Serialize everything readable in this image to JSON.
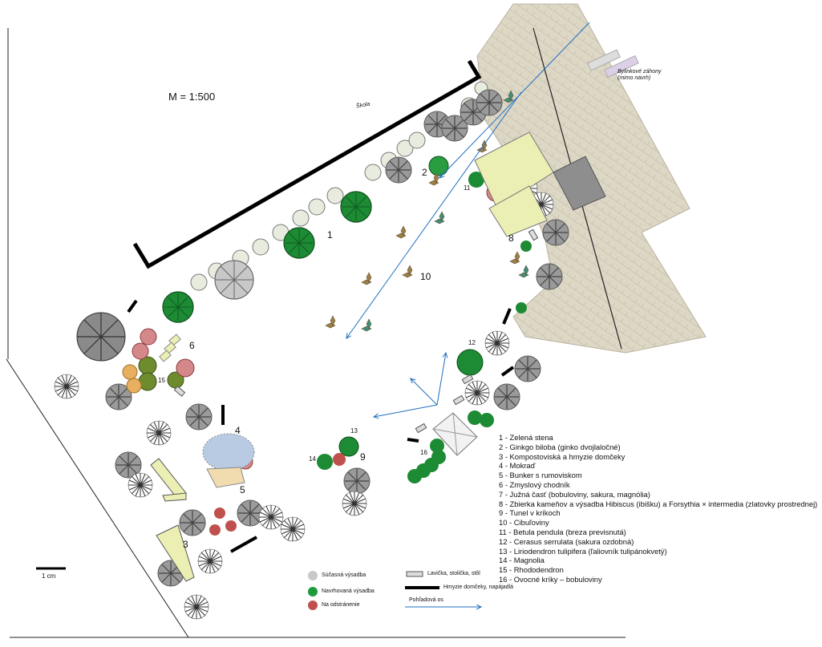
{
  "scale_label": "M = 1:500",
  "building_label": "Škola",
  "herb_beds_label": "Bylinkové záhony (mimo návrh)",
  "scale_bar_label": "1 cm",
  "zone_numbers": [
    "1",
    "2",
    "3",
    "4",
    "5",
    "6",
    "8",
    "9",
    "10",
    "11",
    "12",
    "13",
    "14",
    "15",
    "16"
  ],
  "legend_items": [
    "1 - Zelená stena",
    "2 - Ginkgo biloba (ginko dvojlaločné)",
    "3 - Kompostoviská a hmyzie domčeky",
    "4 - Mokraď",
    "5 - Bunker s rumoviskom",
    "6 - Zmyslový chodník",
    "7 - Južná časť (bobuloviny, sakura, magnólia)",
    "8 - Zbierka kameňov a výsadba Hibiscus (ibišku) a Forsythia × intermedia (zlatovky prostrednej)",
    "9 - Tunel v kríkoch",
    "10 - Cibuľoviny",
    "11 - Betula pendula (breza previsnutá)",
    "12 - Cerasus serrulata (sakura ozdobná)",
    "13 - Liriodendron tulipifera (ľaliovník tulipánokvetý)",
    "14 - Magnolia",
    "15 - Rhododendron",
    "16 - Ovocné kríky – bobuloviny"
  ],
  "symbol_legend": {
    "current": "Súčasná výsadba",
    "proposed": "Navrhovaná výsadba",
    "remove": "Na odstránenie",
    "bench": "Lavička, stolička, stôl",
    "insect": "Hmyzie domčeky, napájadlá",
    "axis": "Pohľadová os"
  },
  "colors": {
    "proposed": "#1e9a3a",
    "remove": "#c0504d",
    "current": "#c8c8c8",
    "paving": "#dcd6c4",
    "yellow_area": "#ecefb4",
    "wetland": "#b9cbe3",
    "axis": "#1f6fc0"
  }
}
